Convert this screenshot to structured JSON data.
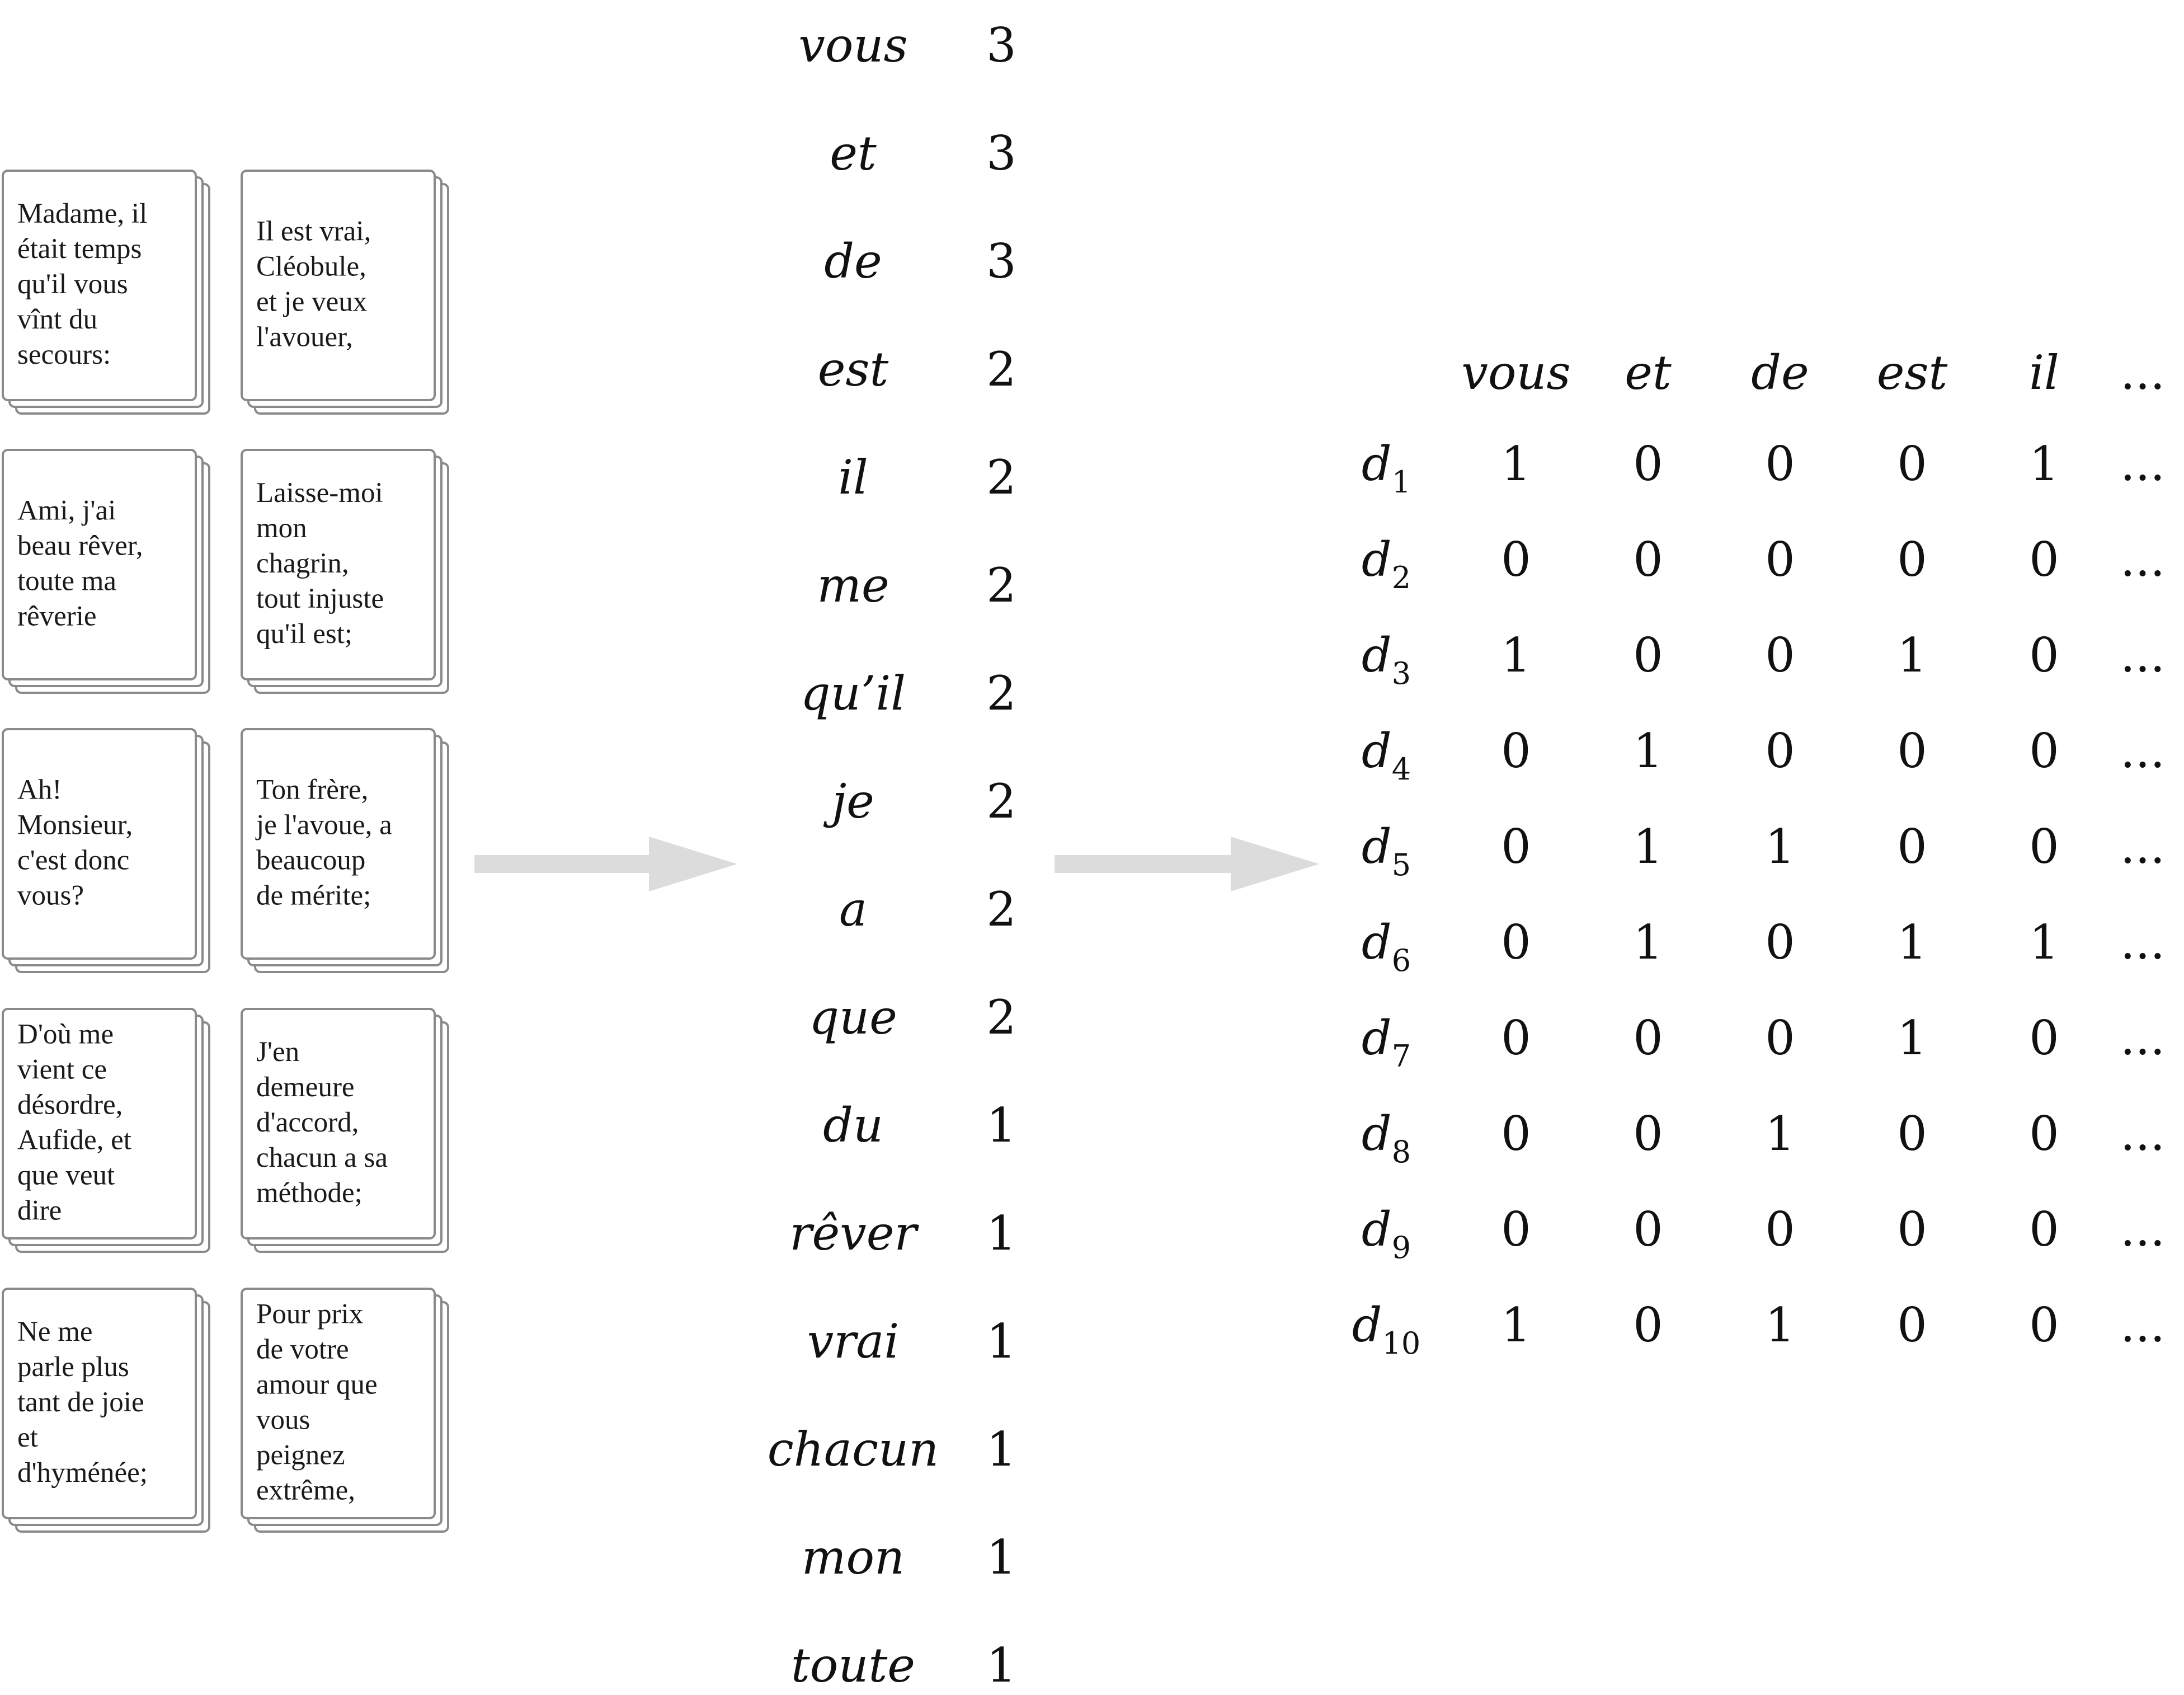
{
  "colors": {
    "card_stroke": "#8a8a8a",
    "card_fill": "#ffffff",
    "arrow": "#dcdcdc",
    "text": "#111111"
  },
  "documents": [
    {
      "lines": [
        "Madame, il",
        "était temps",
        "qu'il vous",
        "vînt du",
        "secours:"
      ]
    },
    {
      "lines": [
        "Il est vrai,",
        "Cléobule,",
        "et je veux",
        "l'avouer,"
      ]
    },
    {
      "lines": [
        "Ami, j'ai",
        "beau rêver,",
        "toute ma",
        "rêverie"
      ]
    },
    {
      "lines": [
        "Laisse-moi",
        "mon",
        "chagrin,",
        "tout injuste",
        "qu'il est;"
      ]
    },
    {
      "lines": [
        "Ah!",
        "Monsieur,",
        "c'est donc",
        "vous?"
      ]
    },
    {
      "lines": [
        "Ton frère,",
        "je l'avoue, a",
        "beaucoup",
        "de mérite;"
      ]
    },
    {
      "lines": [
        "D'où me",
        "vient ce",
        "désordre,",
        "Aufide, et",
        "que veut",
        "dire"
      ]
    },
    {
      "lines": [
        "J'en",
        "demeure",
        "d'accord,",
        "chacun a sa",
        "méthode;"
      ]
    },
    {
      "lines": [
        "Ne me",
        "parle plus",
        "tant de joie",
        "et",
        "d'hyménée;"
      ]
    },
    {
      "lines": [
        "Pour prix",
        "de votre",
        "amour que",
        "vous",
        "peignez",
        "extrême,"
      ]
    }
  ],
  "vocabulary": [
    {
      "word": "vous",
      "count": "3"
    },
    {
      "word": "et",
      "count": "3"
    },
    {
      "word": "de",
      "count": "3"
    },
    {
      "word": "est",
      "count": "2"
    },
    {
      "word": "il",
      "count": "2"
    },
    {
      "word": "me",
      "count": "2"
    },
    {
      "word": "qu’il",
      "count": "2"
    },
    {
      "word": "je",
      "count": "2"
    },
    {
      "word": "a",
      "count": "2"
    },
    {
      "word": "que",
      "count": "2"
    },
    {
      "word": "du",
      "count": "1"
    },
    {
      "word": "rêver",
      "count": "1"
    },
    {
      "word": "vrai",
      "count": "1"
    },
    {
      "word": "chacun",
      "count": "1"
    },
    {
      "word": "mon",
      "count": "1"
    },
    {
      "word": "toute",
      "count": "1"
    }
  ],
  "matrix": {
    "columns": [
      "vous",
      "et",
      "de",
      "est",
      "il"
    ],
    "ellipsis": "...",
    "rows": [
      {
        "base": "d",
        "sub": "1",
        "values": [
          "1",
          "0",
          "0",
          "0",
          "1"
        ]
      },
      {
        "base": "d",
        "sub": "2",
        "values": [
          "0",
          "0",
          "0",
          "0",
          "0"
        ]
      },
      {
        "base": "d",
        "sub": "3",
        "values": [
          "1",
          "0",
          "0",
          "1",
          "0"
        ]
      },
      {
        "base": "d",
        "sub": "4",
        "values": [
          "0",
          "1",
          "0",
          "0",
          "0"
        ]
      },
      {
        "base": "d",
        "sub": "5",
        "values": [
          "0",
          "1",
          "1",
          "0",
          "0"
        ]
      },
      {
        "base": "d",
        "sub": "6",
        "values": [
          "0",
          "1",
          "0",
          "1",
          "1"
        ]
      },
      {
        "base": "d",
        "sub": "7",
        "values": [
          "0",
          "0",
          "0",
          "1",
          "0"
        ]
      },
      {
        "base": "d",
        "sub": "8",
        "values": [
          "0",
          "0",
          "1",
          "0",
          "0"
        ]
      },
      {
        "base": "d",
        "sub": "9",
        "values": [
          "0",
          "0",
          "0",
          "0",
          "0"
        ]
      },
      {
        "base": "d",
        "sub": "10",
        "values": [
          "1",
          "0",
          "1",
          "0",
          "0"
        ]
      }
    ]
  }
}
